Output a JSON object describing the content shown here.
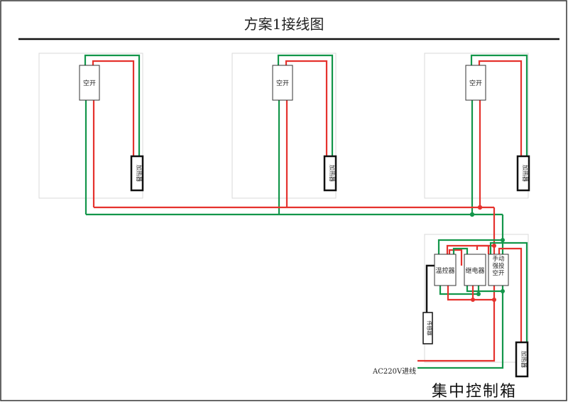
{
  "diagram": {
    "title": "方案1接线图",
    "box_title": "集中控制箱",
    "feed_label": "AC220V进线",
    "rooms": [
      {
        "breaker_label": "空开",
        "heater_label": "加热器"
      },
      {
        "breaker_label": "空开",
        "heater_label": "加热器"
      },
      {
        "breaker_label": "空开",
        "heater_label": "加热器"
      }
    ],
    "control_box": {
      "thermostat_label": "温控器",
      "relay_label": "继电器",
      "manual_switch_label": "手动强投空开",
      "sensor_label": "传感器",
      "heater_label": "加热器"
    },
    "colors": {
      "live_wire": "#e5322d",
      "neutral_wire": "#13964a",
      "sensor_wire": "#111111",
      "frame": "#333333",
      "room_border": "#d9d9d9"
    }
  }
}
